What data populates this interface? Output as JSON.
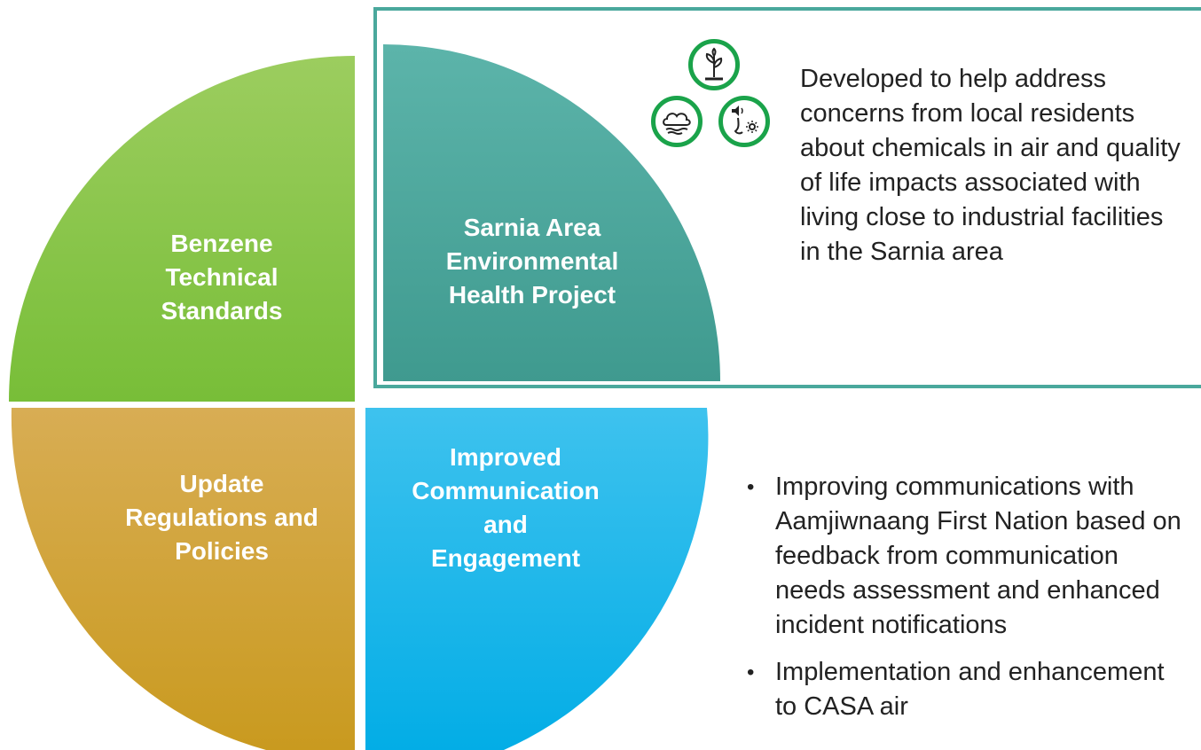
{
  "colors": {
    "green_quadrant": "#7dc242",
    "teal_quadrant": "#48a69a",
    "gold_quadrant": "#cda22e",
    "blue_quadrant": "#1fb3e8",
    "highlight_border": "#4aa89c",
    "icon_green": "#1aa34a"
  },
  "quadrants": {
    "top_left": {
      "label": "Benzene\nTechnical\nStandards"
    },
    "top_right": {
      "label": "Sarnia Area\nEnvironmental\nHealth Project"
    },
    "bottom_left": {
      "label": "Update\nRegulations and\nPolicies"
    },
    "bottom_right": {
      "label": "Improved\nCommunication\nand\nEngagement"
    }
  },
  "icons": [
    "plant-icon",
    "cloud-water-icon",
    "nose-sound-sun-icon"
  ],
  "description": "Developed to help address concerns from local residents about chemicals in air and quality of life impacts associated with living close to industrial facilities in the Sarnia area",
  "bullets": [
    "Improving communications with Aamjiwnaang First Nation based on feedback from communication needs assessment and enhanced incident notifications",
    "Implementation and enhancement to CASA air"
  ]
}
